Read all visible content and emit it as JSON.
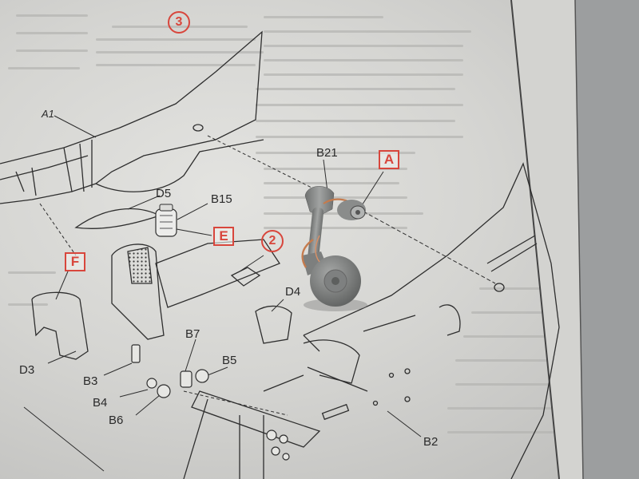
{
  "step_numbers": {
    "step_a": "3",
    "step_b": "2"
  },
  "sub_assembly_markers": {
    "a": "A",
    "e": "E",
    "f": "F"
  },
  "part_labels": {
    "a1": "A1",
    "b21": "B21",
    "d5": "D5",
    "b15": "B15",
    "d4": "D4",
    "d3": "D3",
    "b7": "B7",
    "b5": "B5",
    "b3": "B3",
    "b4": "B4",
    "b6": "B6",
    "b2": "B2"
  },
  "colors": {
    "paper": "#d8d8d5",
    "line_art": "#2e2e2e",
    "callout_red": "#d8463c",
    "model_part_grey": "#8b8d8c",
    "copper_wire": "#c57b4d"
  }
}
